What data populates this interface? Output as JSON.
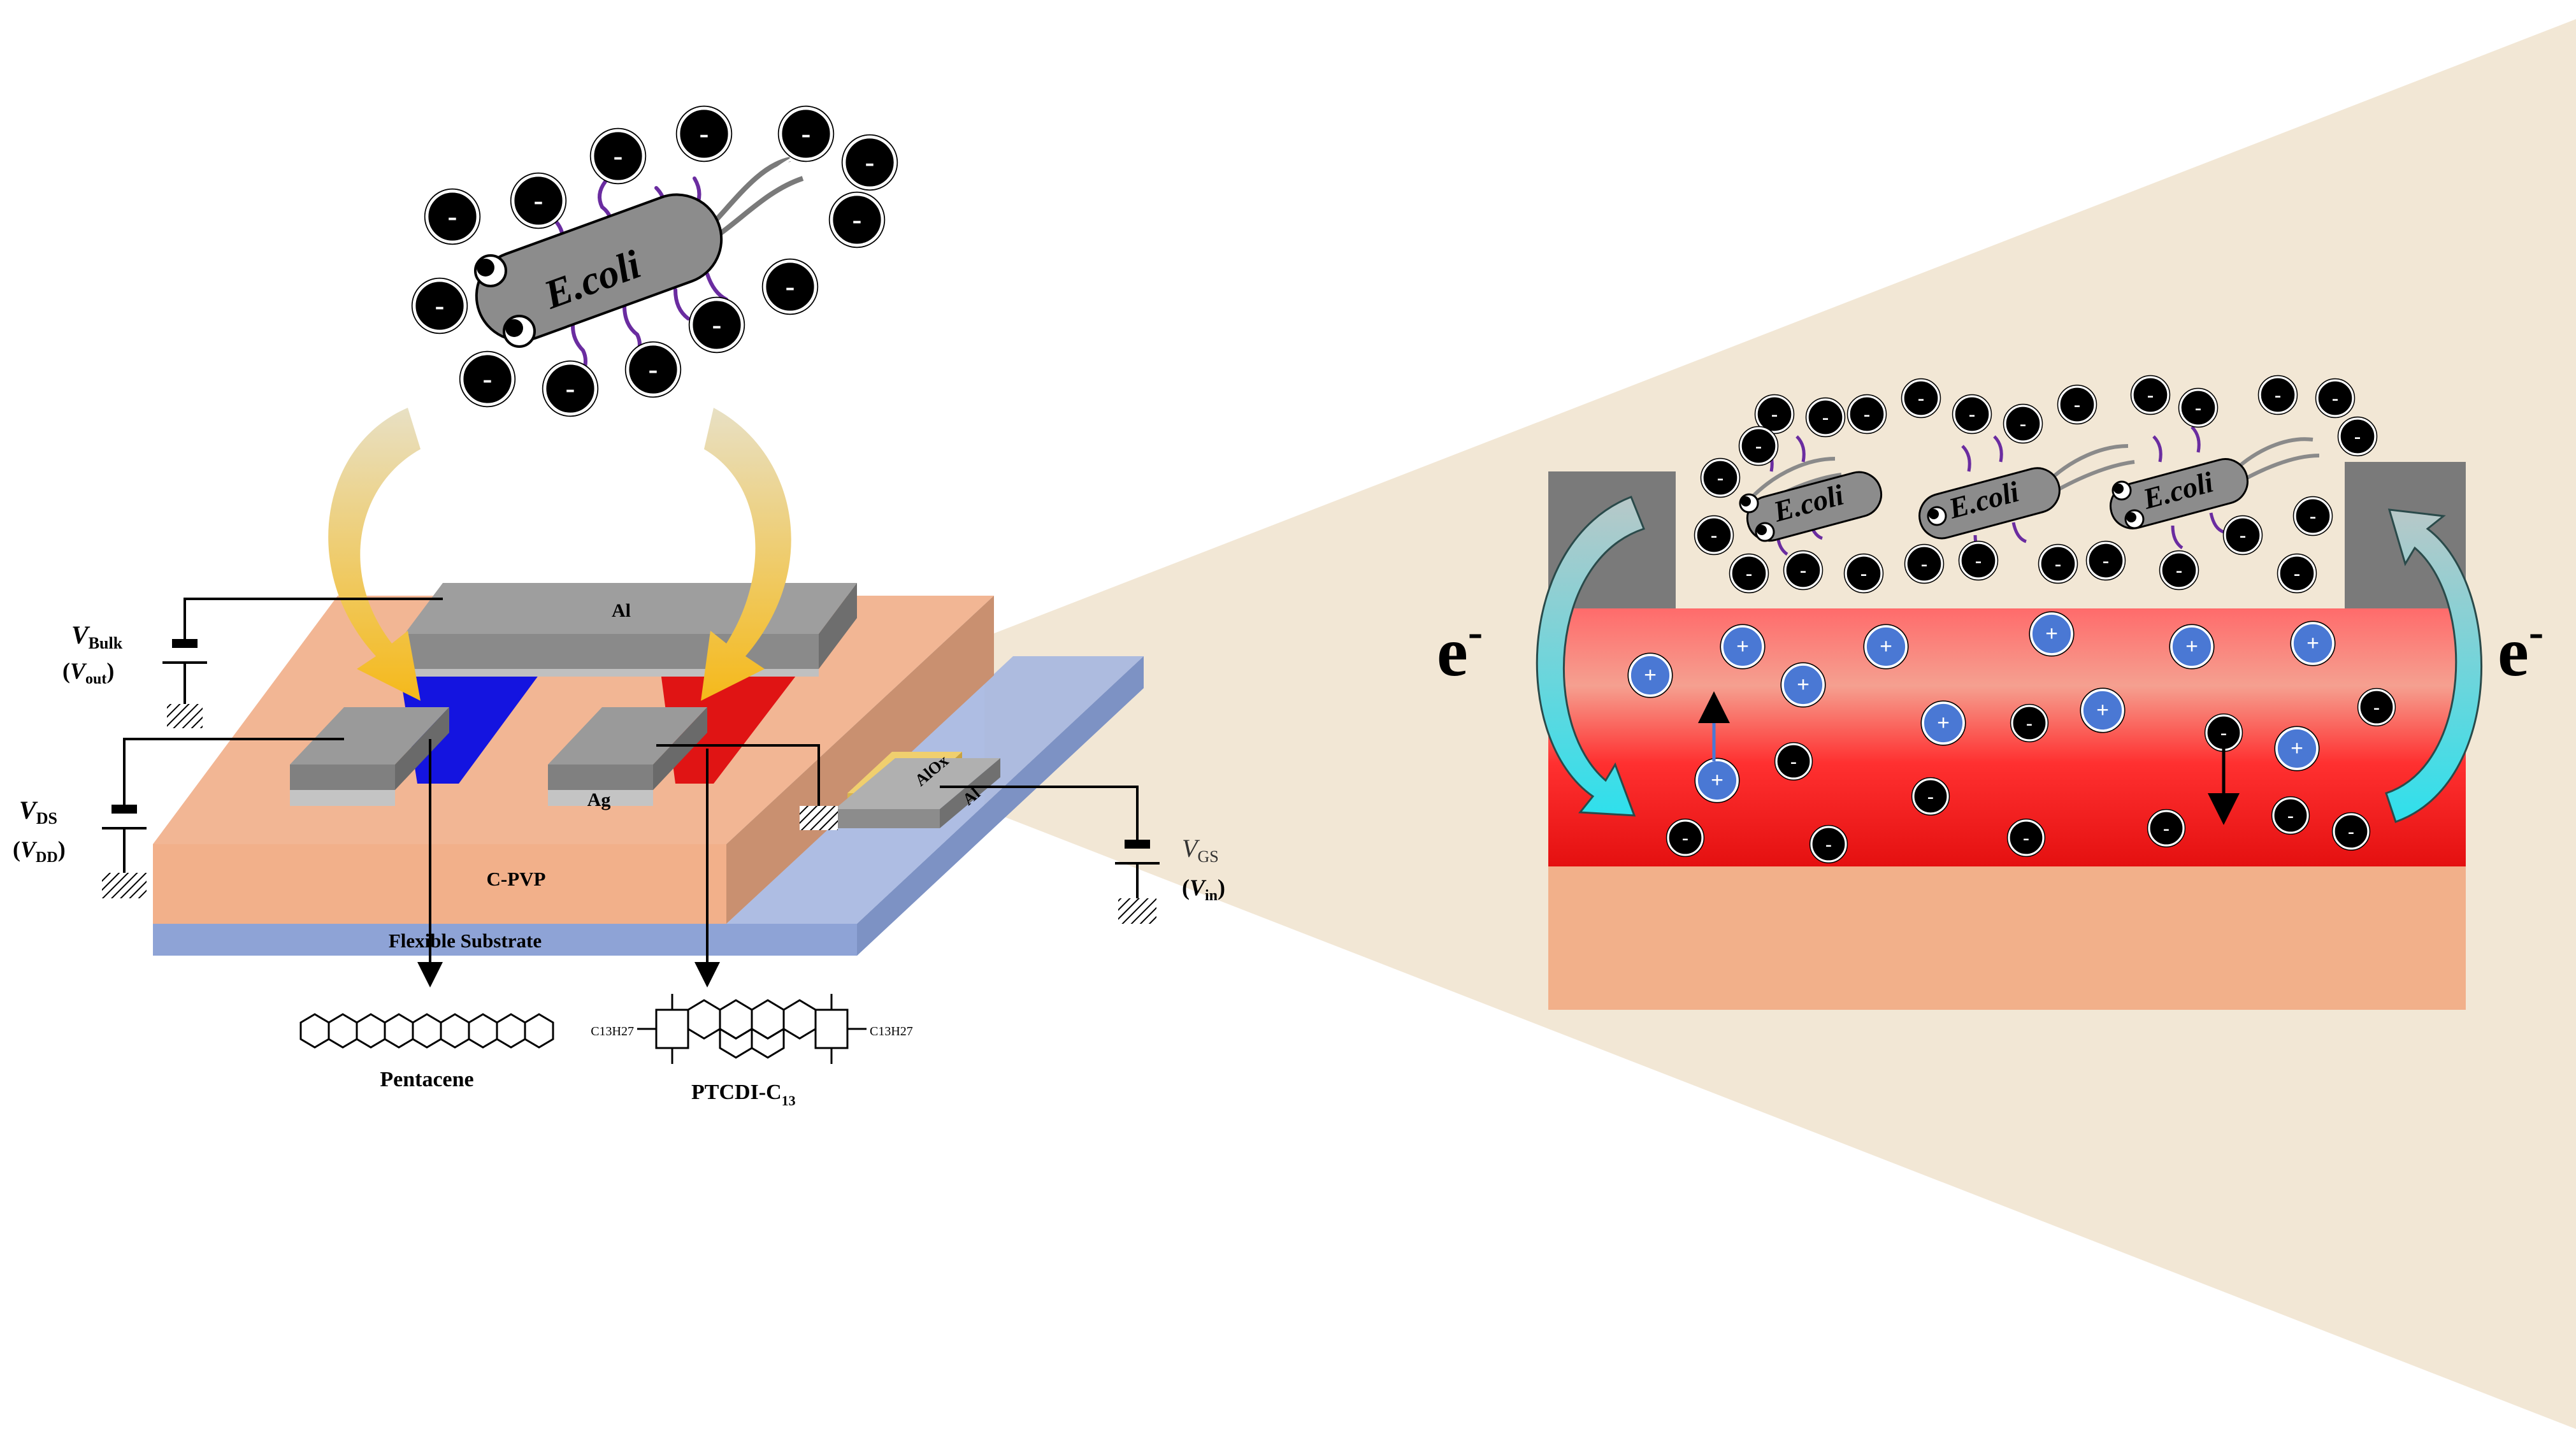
{
  "bacterium": {
    "label": "E.coli"
  },
  "device": {
    "electrode_top": "Al",
    "electrode_drain": "Ag",
    "dielectric_label": "C-PVP",
    "substrate_label": "Flexible Substrate",
    "gate_oxide": "AlOx",
    "gate_metal": "Al"
  },
  "voltages": {
    "bulk": {
      "main": "V",
      "sub": "Bulk",
      "paren": "V",
      "paren_sub": "out"
    },
    "ds": {
      "main": "V",
      "sub": "DS",
      "paren": "V",
      "paren_sub": "DD"
    },
    "gs": {
      "main": "V",
      "sub": "GS",
      "paren": "V",
      "paren_sub": "in"
    }
  },
  "molecules": {
    "pentacene": "Pentacene",
    "ptcdi": {
      "main": "PTCDI-C",
      "sub": "13",
      "side_left": "C13H27",
      "side_right": "C13H27"
    }
  },
  "charges": {
    "negative": "-",
    "positive": "+",
    "electron": "e",
    "electron_sup": "-"
  },
  "colors": {
    "substrate": "#8ca0d2",
    "dielectric": "#f2b08a",
    "p_channel": "#1414e0",
    "n_channel": "#e01414",
    "electrode": "#8c8c8c",
    "gate_oxide": "#f0cf6e",
    "arrow_yellow": "#f5bf2a",
    "arrow_cyan": "#34d6e0",
    "charge_negative": "#000000",
    "charge_positive": "#4a78d4",
    "cone_background": "#f2e7d5",
    "flagella": "#6a2ca0"
  }
}
